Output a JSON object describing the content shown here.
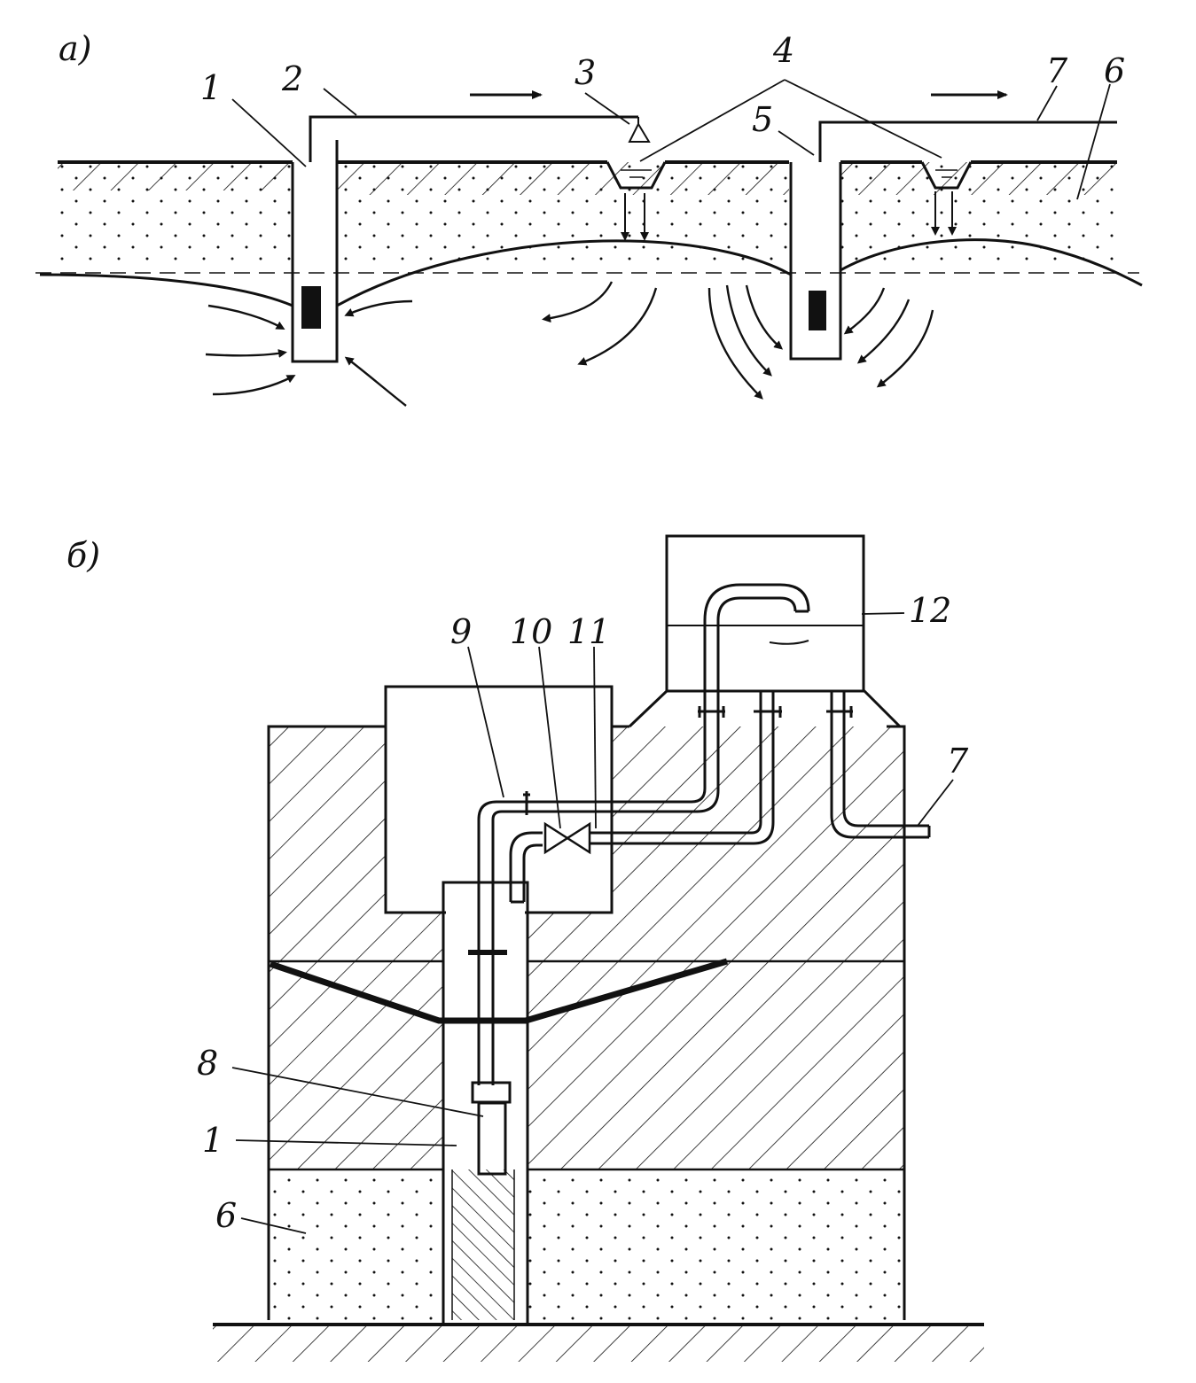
{
  "panel_a": {
    "tag": "а)",
    "labels": [
      "1",
      "2",
      "3",
      "4",
      "5",
      "6",
      "7"
    ]
  },
  "panel_b": {
    "tag": "б)",
    "labels": [
      "1",
      "6",
      "7",
      "8",
      "9",
      "10",
      "11",
      "12"
    ]
  },
  "colors": {
    "ink": "#111111",
    "paper": "#ffffff"
  }
}
